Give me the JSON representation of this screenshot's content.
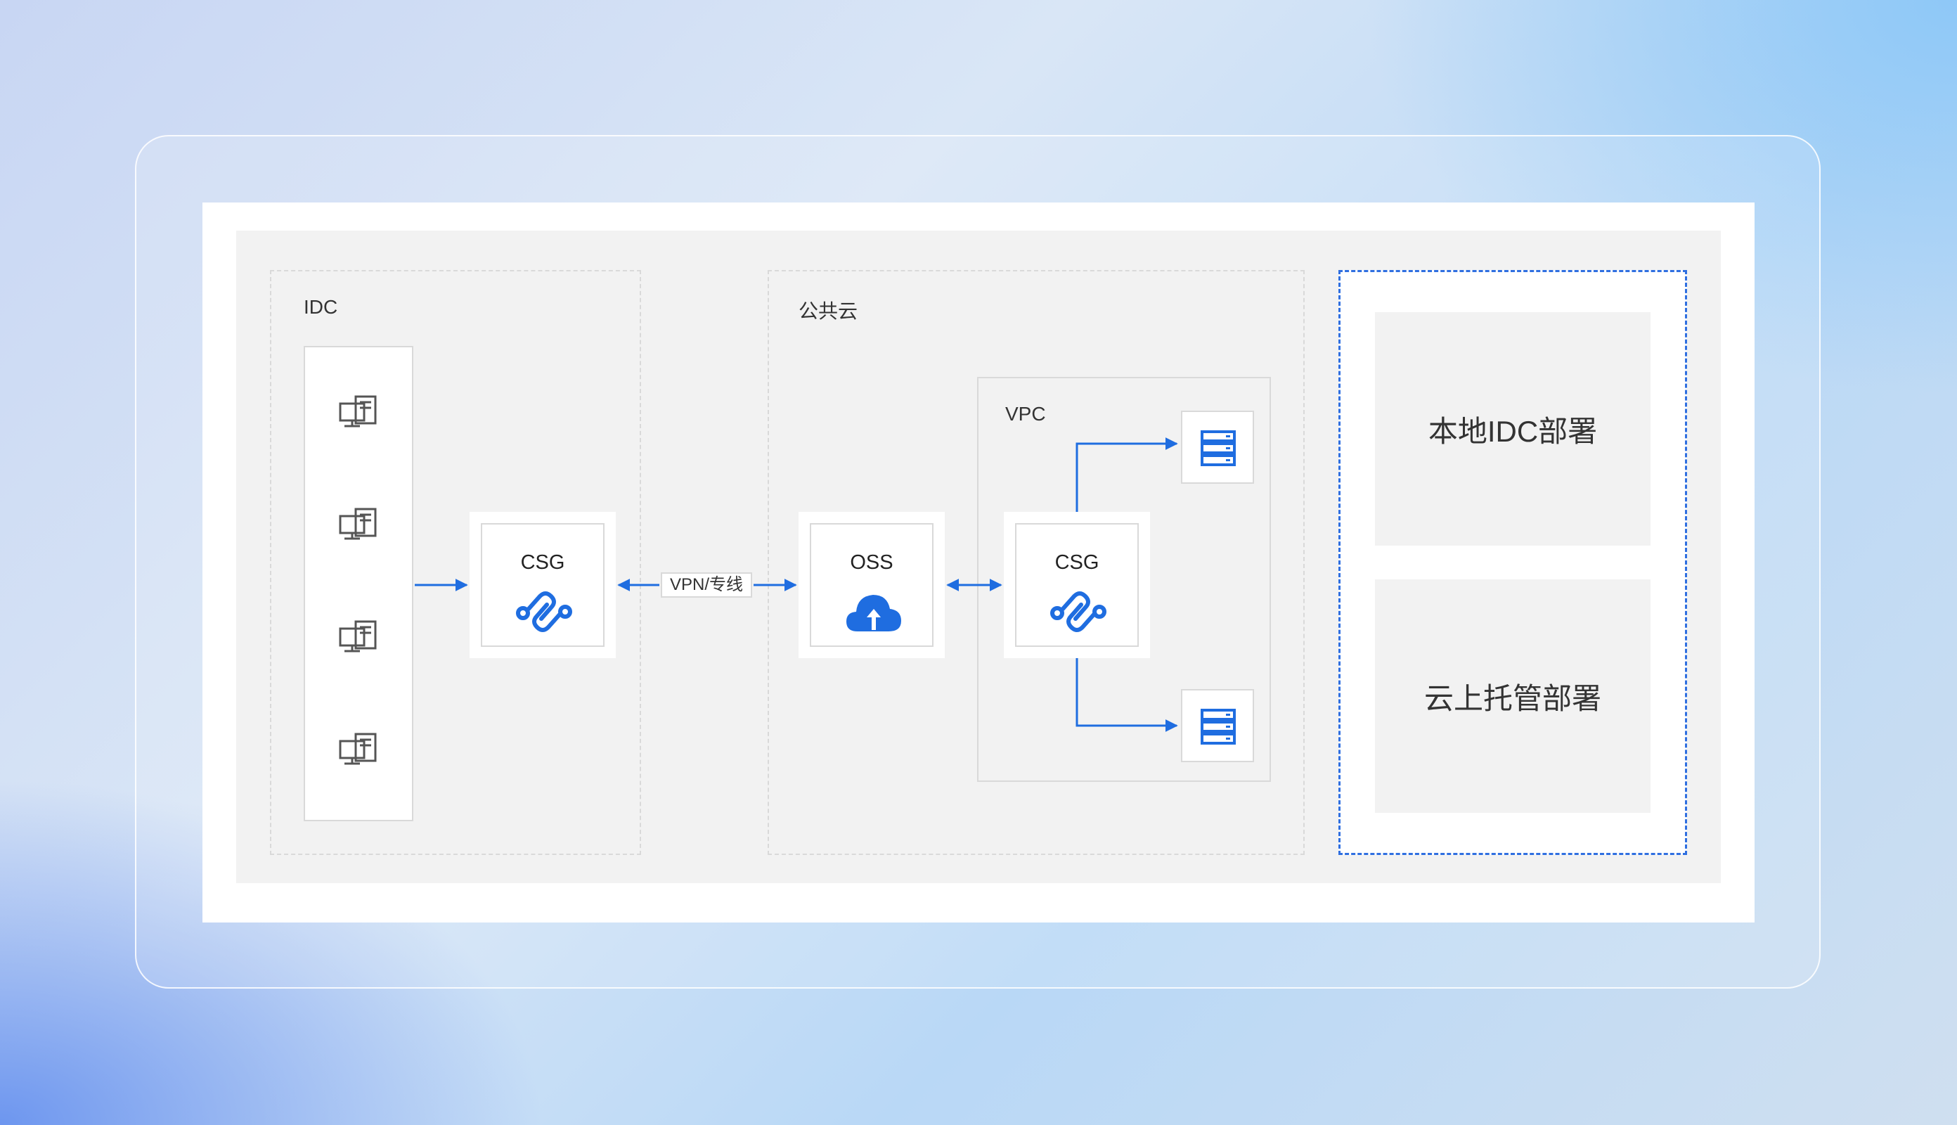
{
  "idc": {
    "label": "IDC",
    "hosts": [
      {
        "icon": "computer-icon"
      },
      {
        "icon": "computer-icon"
      },
      {
        "icon": "computer-icon"
      },
      {
        "icon": "computer-icon"
      }
    ],
    "gateway": {
      "title": "CSG",
      "icon": "link-icon"
    }
  },
  "connection": {
    "label": "VPN/专线"
  },
  "public_cloud": {
    "label": "公共云",
    "oss": {
      "title": "OSS",
      "icon": "cloud-upload-icon"
    },
    "vpc": {
      "label": "VPC",
      "gateway": {
        "title": "CSG",
        "icon": "link-icon"
      },
      "servers": [
        {
          "icon": "server-icon"
        },
        {
          "icon": "server-icon"
        }
      ]
    }
  },
  "deployment": {
    "options": [
      {
        "label": "本地IDC部署"
      },
      {
        "label": "云上托管部署"
      }
    ]
  },
  "colors": {
    "accent": "#1f6de0",
    "line": "#1f6de0",
    "icon_gray": "#555555",
    "border": "#d9d9d9",
    "canvas": "#f2f2f2"
  }
}
